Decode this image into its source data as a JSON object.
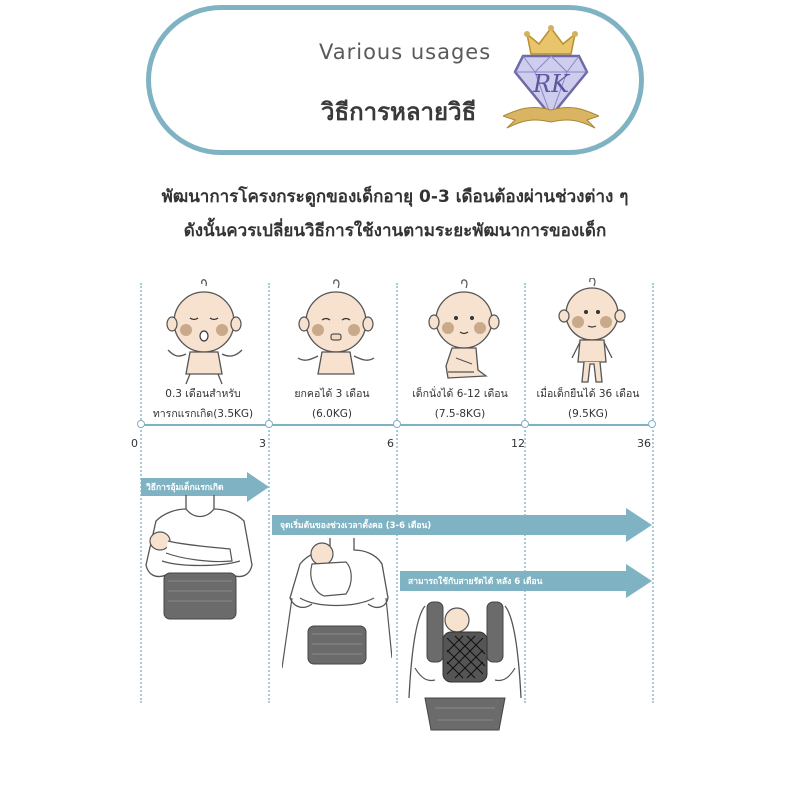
{
  "header": {
    "title_en": "Various usages",
    "title_th": "วิธีการหลายวิธี",
    "logo_text": "RK",
    "colors": {
      "border": "#7fb3c3",
      "gold": "#d6b05a",
      "purple": "#8a86c7"
    }
  },
  "intro": {
    "line1": "พัฒนาการโครงกระดูกของเด็กอายุ 0-3 เดือนต้องผ่านช่วงต่าง ๆ",
    "line2": "ดังนั้นควรเปลี่ยนวิธีการใช้งานตามระยะพัฒนาการของเด็ก"
  },
  "stages": [
    {
      "line1": "0.3 เดือนสำหรับ",
      "line2": "ทารกแรกเกิด(3.5KG)",
      "icon": "newborn-baby-icon"
    },
    {
      "line1": "ยกคอได้ 3 เดือน",
      "line2": "(6.0KG)",
      "icon": "baby-lifting-head-icon"
    },
    {
      "line1": "เด็กนั่งได้ 6-12 เดือน",
      "line2": "(7.5-8KG)",
      "icon": "baby-sitting-icon"
    },
    {
      "line1": "เมื่อเด็กยืนได้ 36 เดือน",
      "line2": "(9.5KG)",
      "icon": "baby-standing-icon"
    }
  ],
  "timeline": {
    "ticks": [
      "0",
      "3",
      "6",
      "12",
      "36"
    ]
  },
  "arrows": [
    {
      "label": "วิธีการอุ้มเด็กแรกเกิด"
    },
    {
      "label": "จุดเริ่มต้นของช่วงเวลาตั้งคอ (3-6 เดือน)"
    },
    {
      "label": "สามารถใช้กับสายรัดได้ หลัง 6 เดือน"
    }
  ],
  "colors": {
    "accent": "#7fb3c3",
    "skin": "#f7e1cf",
    "cheek": "#c8a98a",
    "carrier": "#6b6b6b"
  }
}
